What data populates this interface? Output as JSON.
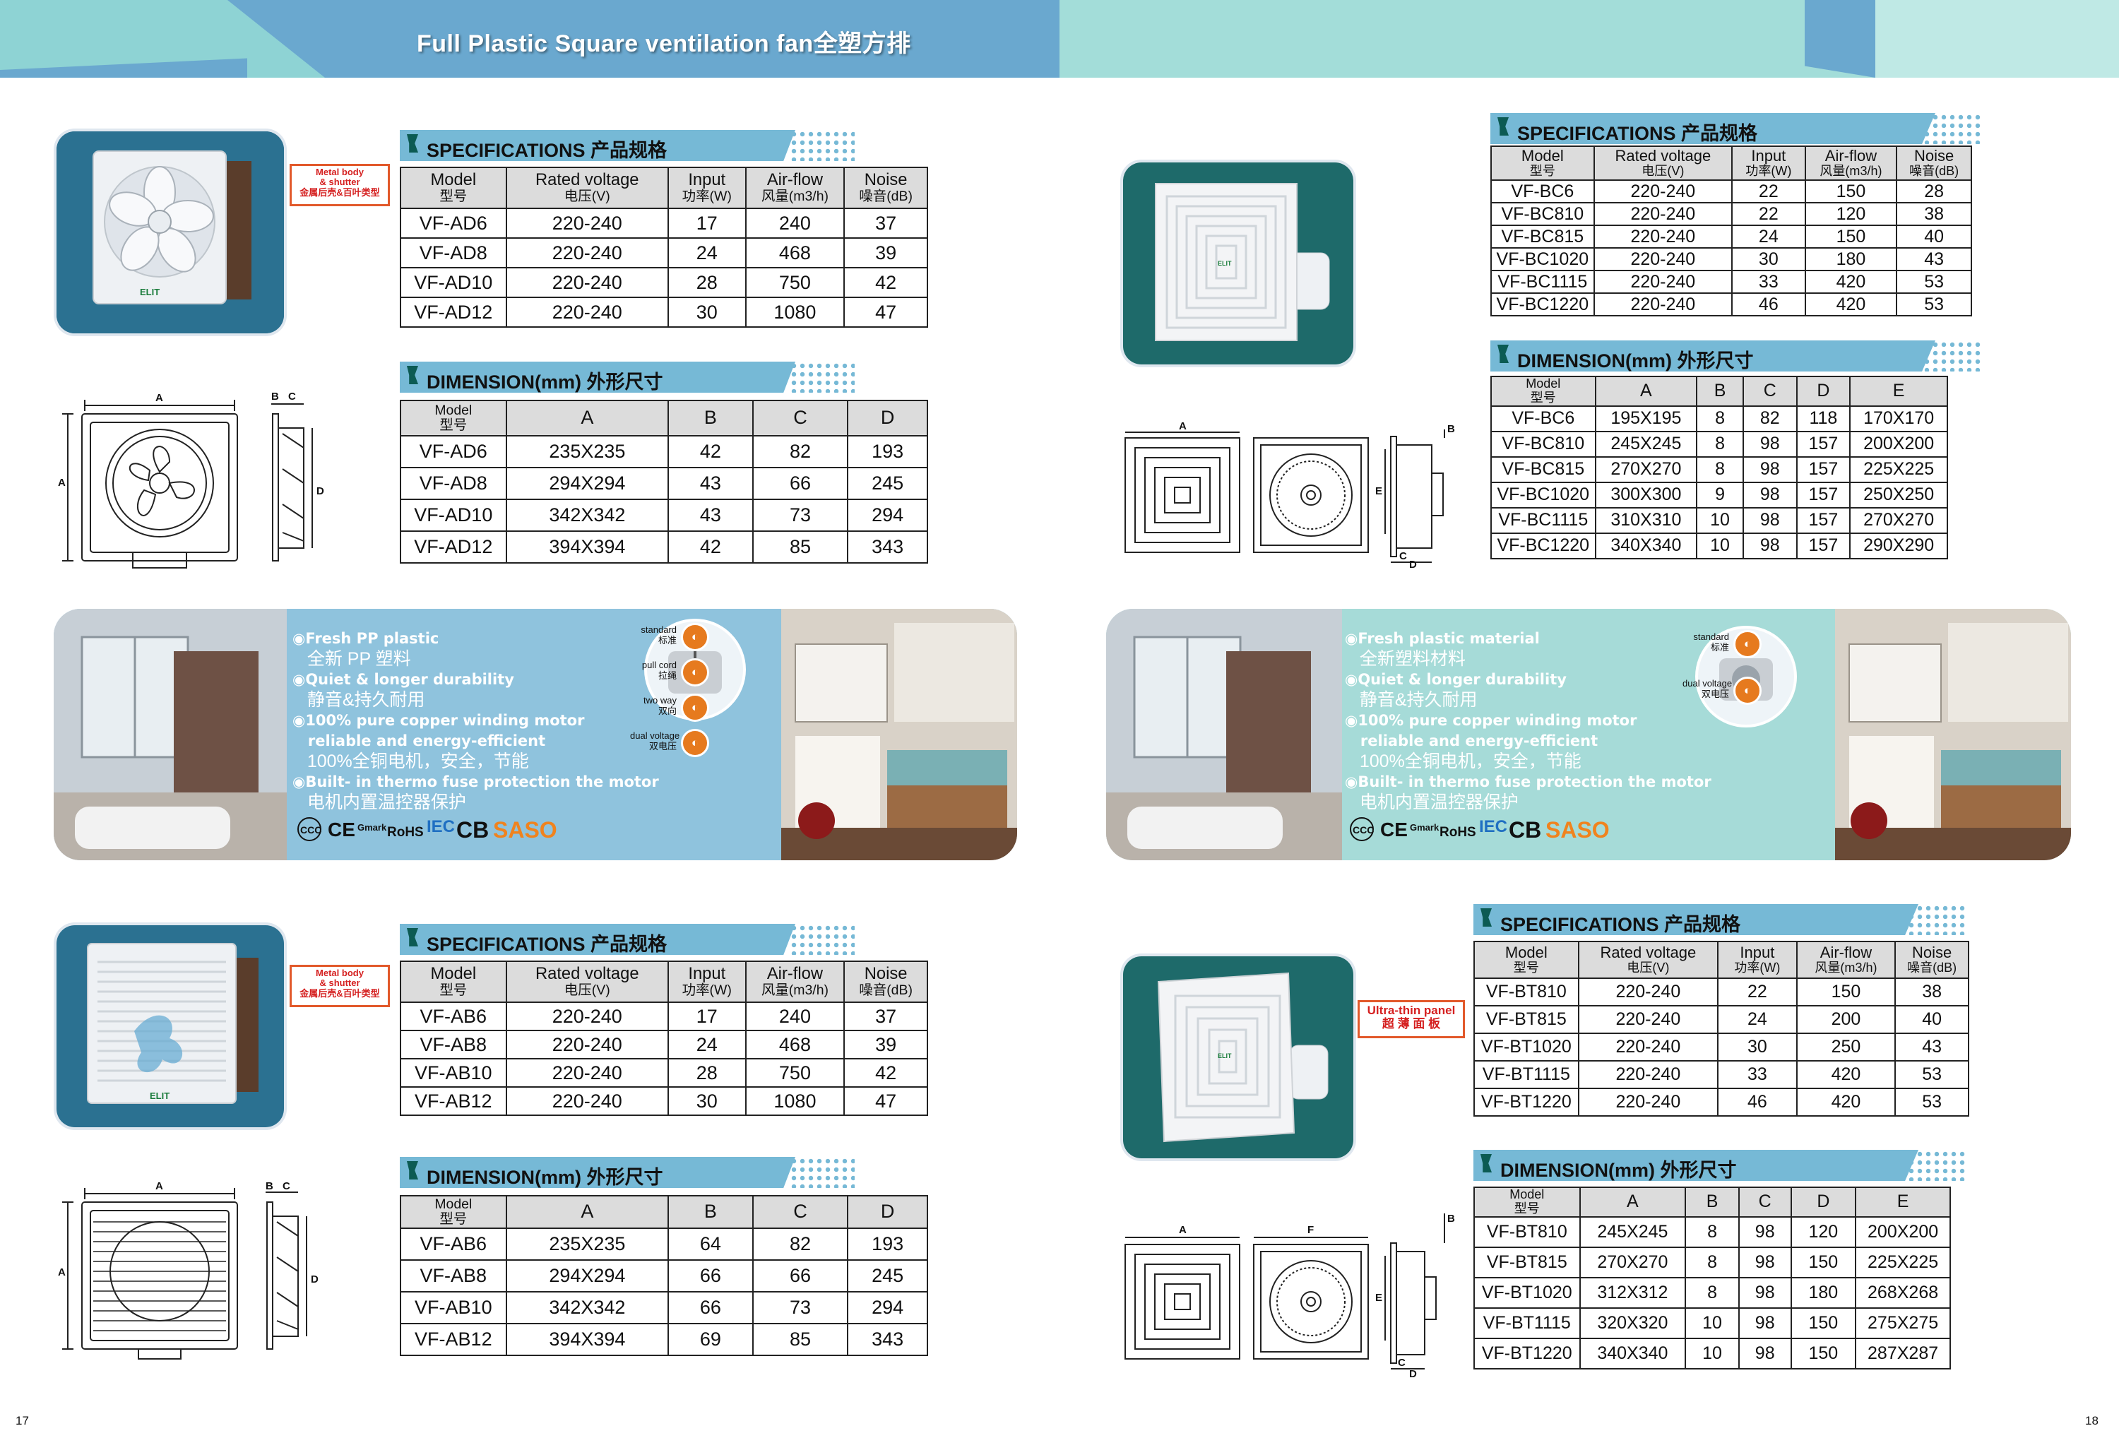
{
  "header": {
    "title": "Full Plastic Square ventilation fan全塑方排"
  },
  "page_numbers": {
    "left": "17",
    "right": "18"
  },
  "common": {
    "spec_title": "SPECIFICATIONS 产品规格",
    "dim_title": "DIMENSION(mm) 外形尺寸",
    "spec_headers": [
      {
        "en": "Model",
        "cn": "型号"
      },
      {
        "en": "Rated voltage",
        "cn": "电压(V)"
      },
      {
        "en": "Input",
        "cn": "功率(W)"
      },
      {
        "en": "Air-flow",
        "cn": "风量(m3/h)"
      },
      {
        "en": "Noise",
        "cn": "噪音(dB)"
      }
    ],
    "dim_model": {
      "en": "Model",
      "cn": "型号"
    },
    "dim_cols_4": [
      "A",
      "B",
      "C",
      "D"
    ],
    "dim_cols_5": [
      "A",
      "B",
      "C",
      "D",
      "E"
    ]
  },
  "callouts": {
    "metal_body": {
      "l1": "Metal body",
      "l2": "& shutter",
      "l3": "金属后壳&百叶类型"
    },
    "ultra_thin": {
      "l1": "Ultra-thin panel",
      "l2": "超 薄 面 板"
    }
  },
  "series_ad": {
    "spec_rows": [
      [
        "VF-AD6",
        "220-240",
        "17",
        "240",
        "37"
      ],
      [
        "VF-AD8",
        "220-240",
        "24",
        "468",
        "39"
      ],
      [
        "VF-AD10",
        "220-240",
        "28",
        "750",
        "42"
      ],
      [
        "VF-AD12",
        "220-240",
        "30",
        "1080",
        "47"
      ]
    ],
    "dim_rows": [
      [
        "VF-AD6",
        "235X235",
        "42",
        "82",
        "193"
      ],
      [
        "VF-AD8",
        "294X294",
        "43",
        "66",
        "245"
      ],
      [
        "VF-AD10",
        "342X342",
        "43",
        "73",
        "294"
      ],
      [
        "VF-AD12",
        "394X394",
        "42",
        "85",
        "343"
      ]
    ]
  },
  "series_ab": {
    "spec_rows": [
      [
        "VF-AB6",
        "220-240",
        "17",
        "240",
        "37"
      ],
      [
        "VF-AB8",
        "220-240",
        "24",
        "468",
        "39"
      ],
      [
        "VF-AB10",
        "220-240",
        "28",
        "750",
        "42"
      ],
      [
        "VF-AB12",
        "220-240",
        "30",
        "1080",
        "47"
      ]
    ],
    "dim_rows": [
      [
        "VF-AB6",
        "235X235",
        "64",
        "82",
        "193"
      ],
      [
        "VF-AB8",
        "294X294",
        "66",
        "66",
        "245"
      ],
      [
        "VF-AB10",
        "342X342",
        "66",
        "73",
        "294"
      ],
      [
        "VF-AB12",
        "394X394",
        "69",
        "85",
        "343"
      ]
    ]
  },
  "series_bc": {
    "spec_rows": [
      [
        "VF-BC6",
        "220-240",
        "22",
        "150",
        "28"
      ],
      [
        "VF-BC810",
        "220-240",
        "22",
        "120",
        "38"
      ],
      [
        "VF-BC815",
        "220-240",
        "24",
        "150",
        "40"
      ],
      [
        "VF-BC1020",
        "220-240",
        "30",
        "180",
        "43"
      ],
      [
        "VF-BC1115",
        "220-240",
        "33",
        "420",
        "53"
      ],
      [
        "VF-BC1220",
        "220-240",
        "46",
        "420",
        "53"
      ]
    ],
    "dim_rows": [
      [
        "VF-BC6",
        "195X195",
        "8",
        "82",
        "118",
        "170X170"
      ],
      [
        "VF-BC810",
        "245X245",
        "8",
        "98",
        "157",
        "200X200"
      ],
      [
        "VF-BC815",
        "270X270",
        "8",
        "98",
        "157",
        "225X225"
      ],
      [
        "VF-BC1020",
        "300X300",
        "9",
        "98",
        "157",
        "250X250"
      ],
      [
        "VF-BC1115",
        "310X310",
        "10",
        "98",
        "157",
        "270X270"
      ],
      [
        "VF-BC1220",
        "340X340",
        "10",
        "98",
        "157",
        "290X290"
      ]
    ]
  },
  "series_bt": {
    "spec_rows": [
      [
        "VF-BT810",
        "220-240",
        "22",
        "150",
        "38"
      ],
      [
        "VF-BT815",
        "220-240",
        "24",
        "200",
        "40"
      ],
      [
        "VF-BT1020",
        "220-240",
        "30",
        "250",
        "43"
      ],
      [
        "VF-BT1115",
        "220-240",
        "33",
        "420",
        "53"
      ],
      [
        "VF-BT1220",
        "220-240",
        "46",
        "420",
        "53"
      ]
    ],
    "dim_rows": [
      [
        "VF-BT810",
        "245X245",
        "8",
        "98",
        "120",
        "200X200"
      ],
      [
        "VF-BT815",
        "270X270",
        "8",
        "98",
        "150",
        "225X225"
      ],
      [
        "VF-BT1020",
        "312X312",
        "8",
        "98",
        "180",
        "268X268"
      ],
      [
        "VF-BT1115",
        "320X320",
        "10",
        "98",
        "150",
        "275X275"
      ],
      [
        "VF-BT1220",
        "340X340",
        "10",
        "98",
        "150",
        "287X287"
      ]
    ]
  },
  "feature_left": {
    "lines": [
      {
        "text": "Fresh PP plastic",
        "en": true
      },
      {
        "text": "全新 PP 塑料",
        "en": false
      },
      {
        "text": "Quiet & longer durability",
        "en": true
      },
      {
        "text": "静音&持久耐用",
        "en": false
      },
      {
        "text": "100% pure copper winding motor",
        "en": true
      },
      {
        "text": "reliable and energy-efficient",
        "en": true
      },
      {
        "text": "100%全铜电机，安全，节能",
        "en": false
      },
      {
        "text": "Built- in thermo fuse protection the motor",
        "en": true
      },
      {
        "text": "电机内置温控器保护",
        "en": false
      }
    ],
    "badges": [
      {
        "en": "standard",
        "cn": "标准"
      },
      {
        "en": "pull cord",
        "cn": "拉绳"
      },
      {
        "en": "two way",
        "cn": "双向"
      },
      {
        "en": "dual voltage",
        "cn": "双电压"
      }
    ]
  },
  "feature_right": {
    "lines": [
      {
        "text": "Fresh plastic material",
        "en": true
      },
      {
        "text": "全新塑料材料",
        "en": false
      },
      {
        "text": "Quiet & longer durability",
        "en": true
      },
      {
        "text": "静音&持久耐用",
        "en": false
      },
      {
        "text": "100% pure copper winding motor",
        "en": true
      },
      {
        "text": "reliable and energy-efficient",
        "en": true
      },
      {
        "text": "100%全铜电机，安全，节能",
        "en": false
      },
      {
        "text": "Built- in thermo fuse protection the motor",
        "en": true
      },
      {
        "text": "电机内置温控器保护",
        "en": false
      }
    ],
    "badges": [
      {
        "en": "standard",
        "cn": "标准"
      },
      {
        "en": "dual voltage",
        "cn": "双电压"
      }
    ]
  },
  "cert_marks": [
    "CCC",
    "CE",
    "Gmark",
    "RoHS",
    "IEC",
    "CB",
    "SASO"
  ],
  "dimension_letters": {
    "A": "A",
    "B": "B",
    "C": "C",
    "D": "D",
    "E": "E",
    "F": "F"
  },
  "brand": "ELIT"
}
